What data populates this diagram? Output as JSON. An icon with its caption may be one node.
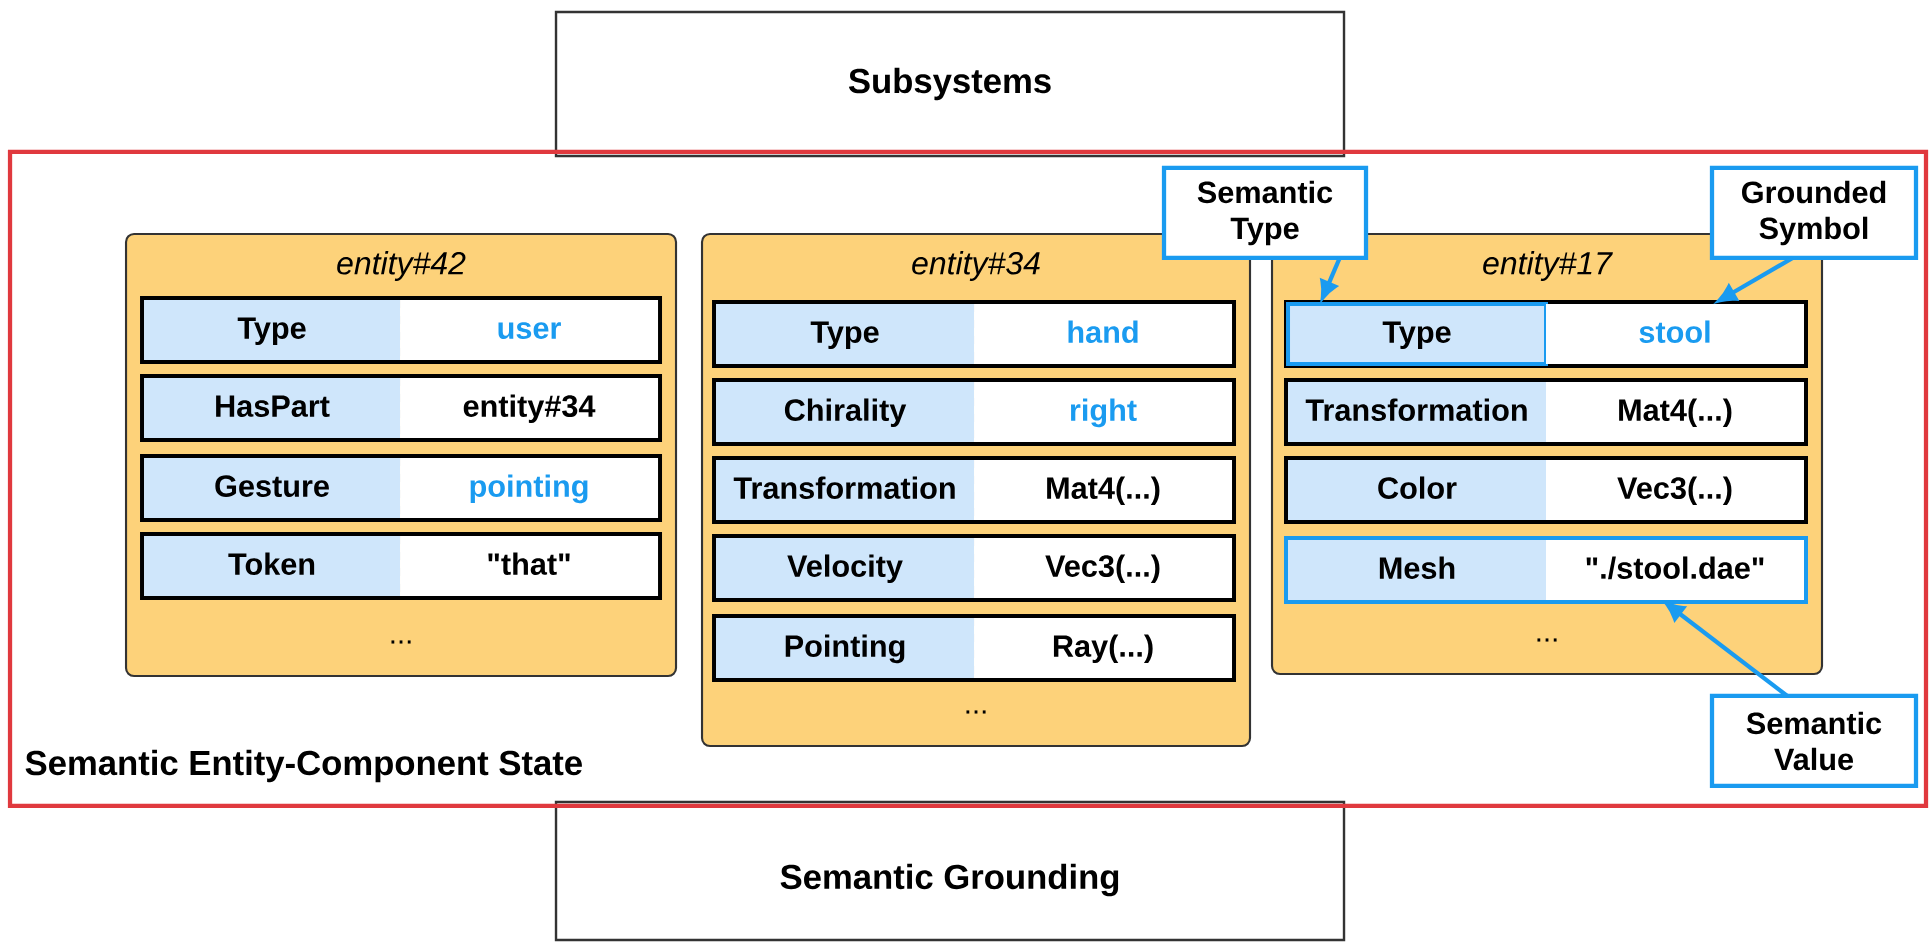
{
  "diagram": {
    "nodes": [
      {
        "text": [
          "Subsystems"
        ]
      },
      {
        "text": [
          "Semantic Grounding"
        ]
      },
      {
        "text": [
          "Semantic Entity-Component State"
        ]
      },
      {
        "text": [
          "entity#42",
          "..."
        ],
        "in": 2
      },
      {
        "text": [],
        "shape": "box",
        "in": 3
      },
      {
        "text": [
          "Type"
        ],
        "in": 4
      },
      {
        "text": [
          "user"
        ],
        "in": 4
      },
      {
        "text": [],
        "shape": "box",
        "in": 3
      },
      {
        "text": [
          "HasPart"
        ],
        "in": 7
      },
      {
        "text": [
          "entity#34"
        ],
        "in": 7
      },
      {
        "text": [],
        "shape": "box",
        "in": 3
      },
      {
        "text": [
          "Gesture"
        ],
        "in": 10
      },
      {
        "text": [
          "pointing"
        ],
        "in": 10
      },
      {
        "text": [],
        "shape": "box",
        "in": 3
      },
      {
        "text": [
          "Token"
        ],
        "in": 13
      },
      {
        "text": [
          "\"that\""
        ],
        "in": 13
      },
      {
        "text": [
          "entity#34",
          "..."
        ],
        "in": 2
      },
      {
        "text": [],
        "shape": "box",
        "in": 16
      },
      {
        "text": [
          "Type"
        ],
        "in": 17
      },
      {
        "text": [
          "hand"
        ],
        "in": 17
      },
      {
        "text": [],
        "shape": "box",
        "in": 16
      },
      {
        "text": [
          "Chirality"
        ],
        "in": 20
      },
      {
        "text": [
          "right"
        ],
        "in": 20
      },
      {
        "text": [],
        "shape": "box",
        "in": 16
      },
      {
        "text": [
          "Transformation"
        ],
        "in": 23
      },
      {
        "text": [
          "Mat4(...)"
        ],
        "in": 23
      },
      {
        "text": [],
        "shape": "box",
        "in": 16
      },
      {
        "text": [
          "Velocity"
        ],
        "in": 26
      },
      {
        "text": [
          "Vec3(...)"
        ],
        "in": 26
      },
      {
        "text": [],
        "shape": "box",
        "in": 16
      },
      {
        "text": [
          "Pointing"
        ],
        "in": 29
      },
      {
        "text": [
          "Ray(...)"
        ],
        "in": 29
      },
      {
        "text": [
          "entity#17",
          "..."
        ],
        "in": 2
      },
      {
        "text": [],
        "shape": "box",
        "in": 32
      },
      {
        "text": [
          "Type"
        ],
        "in": 33
      },
      {
        "text": [
          "stool"
        ],
        "in": 33
      },
      {
        "text": [],
        "shape": "box",
        "in": 32
      },
      {
        "text": [
          "Transformation"
        ],
        "in": 36
      },
      {
        "text": [
          "Mat4(...)"
        ],
        "in": 36
      },
      {
        "text": [],
        "shape": "box",
        "in": 32
      },
      {
        "text": [
          "Color"
        ],
        "in": 39
      },
      {
        "text": [
          "Vec3(...)"
        ],
        "in": 39
      },
      {
        "text": [],
        "shape": "box",
        "in": 32
      },
      {
        "text": [
          "Mesh"
        ],
        "in": 42
      },
      {
        "text": [
          "\"./stool.dae\""
        ],
        "in": 42
      },
      {
        "text": [
          "Semantic Type"
        ],
        "in": 2
      },
      {
        "text": [
          "Grounded Symbol"
        ],
        "in": 2
      },
      {
        "text": [
          "Semantic Value"
        ],
        "in": 2
      }
    ],
    "edges": [
      {
        "from": 45,
        "to": 34,
        "arrow": "to",
        "color": "#1a9bf0"
      },
      {
        "from": 46,
        "to": 35,
        "arrow": "to",
        "color": "#1a9bf0"
      },
      {
        "from": 47,
        "to": 44,
        "arrow": "to",
        "color": "#1a9bf0"
      }
    ]
  }
}
